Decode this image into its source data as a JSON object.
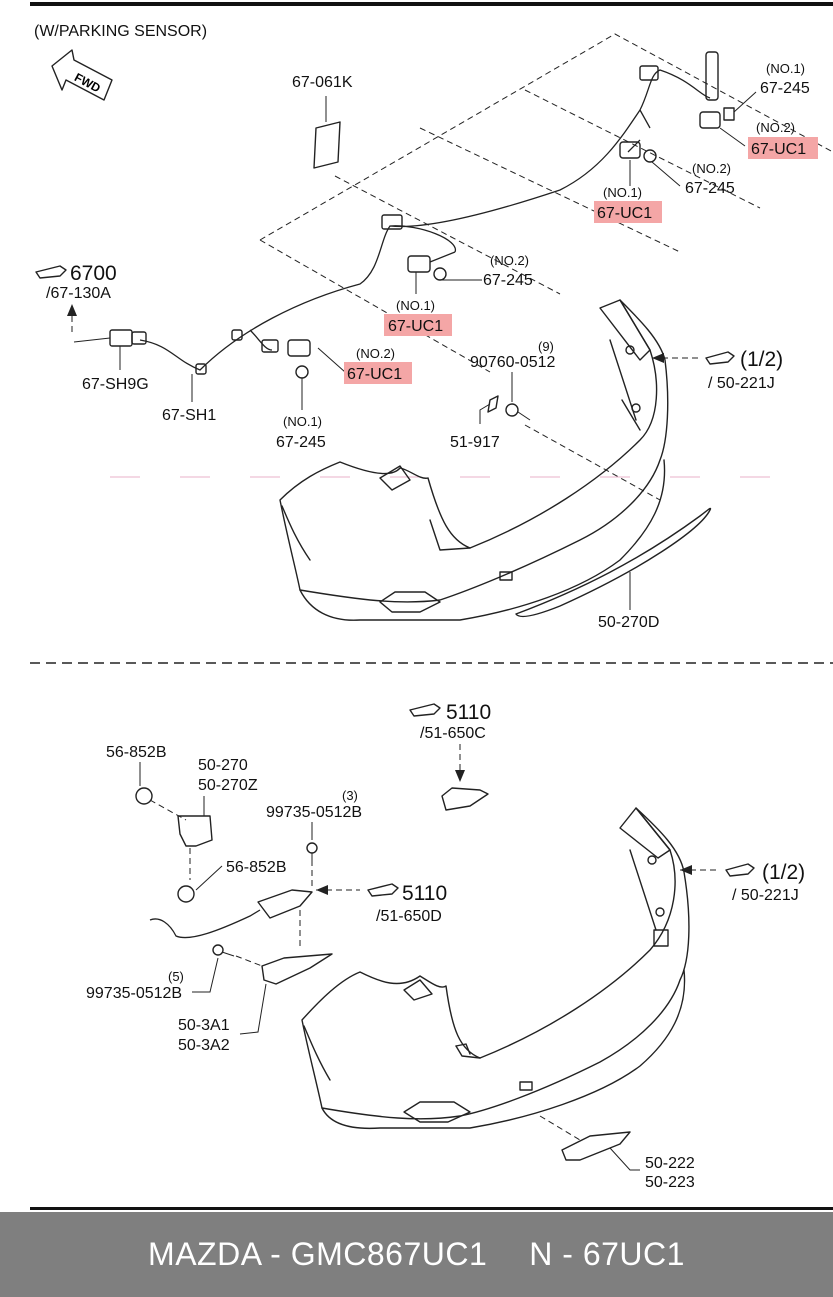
{
  "header_note": "(W/PARKING SENSOR)",
  "fwd_arrow": "FWD",
  "callouts": {
    "c6700": "6700",
    "c6700_sub": "/67-130A",
    "c12_top": "(1/2)",
    "c12_top_sub": "/ 50-221J",
    "c5110_top": "5110",
    "c5110_top_sub": "/51-650C",
    "c5110_mid": "5110",
    "c5110_mid_sub": "/51-650D",
    "c12_bot": "(1/2)",
    "c12_bot_sub": "/ 50-221J"
  },
  "labels": {
    "p67_061k": "67-061K",
    "no1_a": "(NO.1)",
    "p67_245_a": "67-245",
    "no2_a": "(NO.2)",
    "p67_uc1_a": "67-UC1",
    "no2_b": "(NO.2)",
    "p67_245_b": "67-245",
    "no1_b": "(NO.1)",
    "p67_uc1_b": "67-UC1",
    "no2_c": "(NO.2)",
    "p67_245_c": "67-245",
    "no1_c": "(NO.1)",
    "p67_uc1_c": "67-UC1",
    "no2_d": "(NO.2)",
    "p67_uc1_d": "67-UC1",
    "no1_d": "(NO.1)",
    "p67_245_d": "67-245",
    "p67_sh9g": "67-SH9G",
    "p67_sh1": "67-SH1",
    "qty9": "(9)",
    "p90760": "90760-0512",
    "p51_917": "51-917",
    "p50_270d": "50-270D",
    "p56_852b_a": "56-852B",
    "p50_270": "50-270",
    "p50_270z": "50-270Z",
    "qty3": "(3)",
    "p99735_a": "99735-0512B",
    "p56_852b_b": "56-852B",
    "qty5": "(5)",
    "p99735_b": "99735-0512B",
    "p50_3a1": "50-3A1",
    "p50_3a2": "50-3A2",
    "p50_222": "50-222",
    "p50_223": "50-223"
  },
  "highlight_color": "#f4a6a6",
  "footer": {
    "left": "MAZDA - GMC867UC1",
    "right": "N - 67UC1"
  }
}
